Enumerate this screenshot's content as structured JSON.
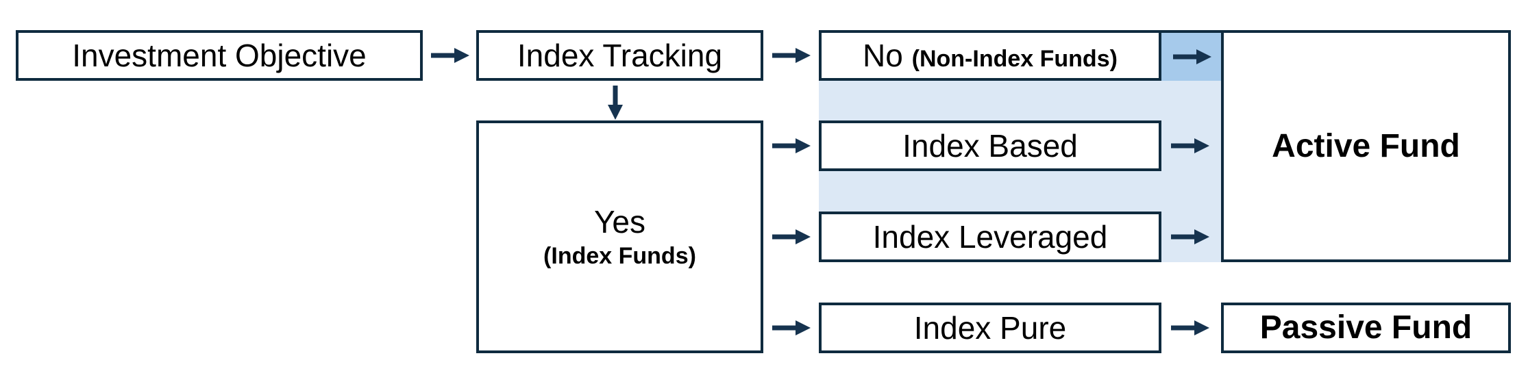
{
  "flowchart": {
    "nodes": {
      "investment_objective": {
        "label": "Investment Objective"
      },
      "index_tracking": {
        "label": "Index Tracking"
      },
      "no_branch": {
        "label": "No",
        "sublabel": "(Non-Index Funds)"
      },
      "yes_branch": {
        "label": "Yes",
        "sublabel": "(Index Funds)"
      },
      "index_based": {
        "label": "Index Based"
      },
      "index_leveraged": {
        "label": "Index Leveraged"
      },
      "index_pure": {
        "label": "Index Pure"
      },
      "active_fund": {
        "label": "Active Fund"
      },
      "passive_fund": {
        "label": "Passive Fund"
      }
    },
    "colors": {
      "border": "#0f2b3f",
      "arrow": "#16334f",
      "highlight_strong": "#a6caeb",
      "highlight_light": "#dce8f5",
      "text": "#000000",
      "box_fill": "#ffffff"
    }
  }
}
